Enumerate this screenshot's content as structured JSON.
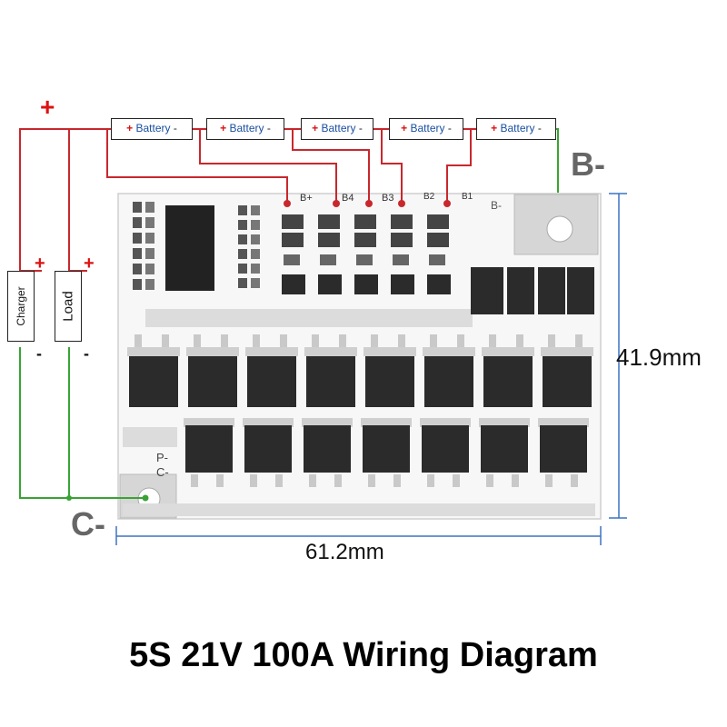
{
  "battery_modules": [
    {
      "plus": "+",
      "label": "Battery",
      "minus": "-"
    },
    {
      "plus": "+",
      "label": "Battery",
      "minus": "-"
    },
    {
      "plus": "+",
      "label": "Battery",
      "minus": "-"
    },
    {
      "plus": "+",
      "label": "Battery",
      "minus": "-"
    },
    {
      "plus": "+",
      "label": "Battery",
      "minus": "-"
    }
  ],
  "main_plus": "+",
  "charger": {
    "label": "Charger",
    "plus": "+",
    "minus": "-"
  },
  "load": {
    "label": "Load",
    "plus": "+",
    "minus": "-"
  },
  "terminals": {
    "b_minus": "B-",
    "c_minus": "C-"
  },
  "board_pads": {
    "b_plus": "B+",
    "b4": "B4",
    "b3": "B3",
    "b2": "B2",
    "b1": "B1",
    "b_minus": "B-",
    "p_minus": "P-",
    "c_minus": "C-"
  },
  "dimensions": {
    "height": "41.9mm",
    "width": "61.2mm"
  },
  "title": "5S 21V 100A Wiring Diagram",
  "colors": {
    "positive_wire": "#c8282d",
    "balance_wire": "#c8282d",
    "b_minus_wire": "#3aa335",
    "c_minus_wire": "#3aa335",
    "dimension_line": "#3b73c4",
    "board": "#f7f7f7",
    "mosfet": "#2b2b2b"
  }
}
